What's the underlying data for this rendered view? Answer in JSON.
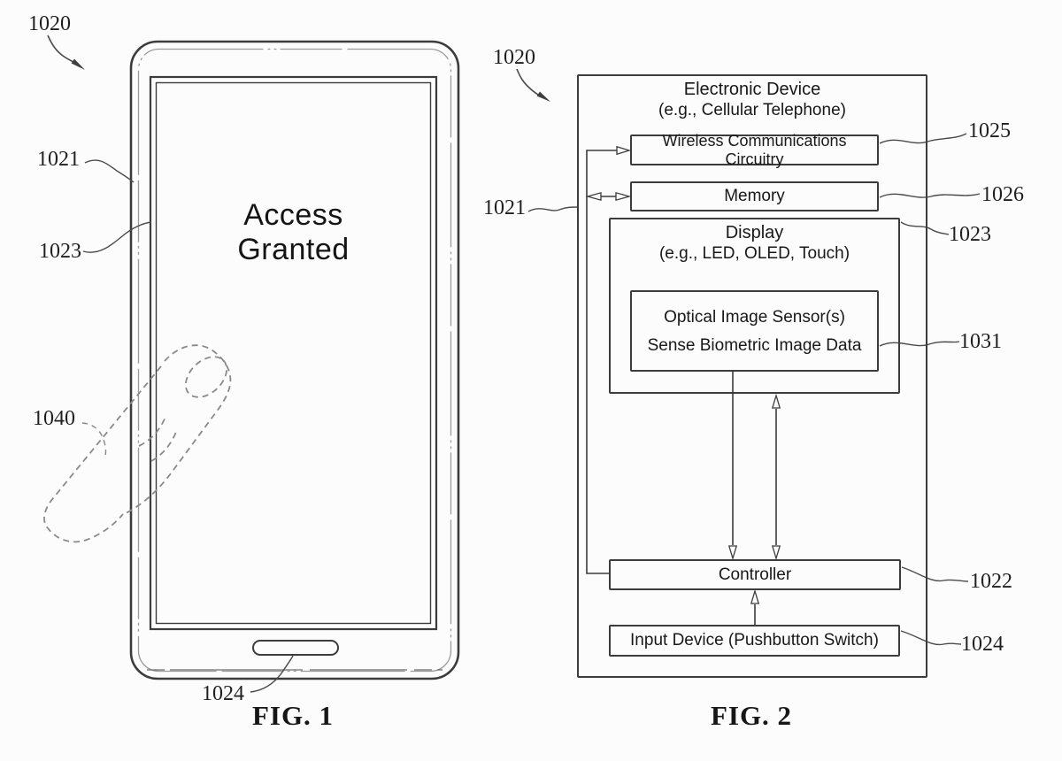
{
  "fig1": {
    "caption": "FIG. 1",
    "screen": {
      "line1": "Access",
      "line2": "Granted"
    },
    "labels": {
      "device": "1020",
      "housing": "1021",
      "display": "1023",
      "finger": "1040",
      "button": "1024"
    }
  },
  "fig2": {
    "caption": "FIG. 2",
    "device_title": {
      "line1": "Electronic Device",
      "line2": "(e.g., Cellular Telephone)"
    },
    "boxes": {
      "wireless": "Wireless Communications Circuitry",
      "memory": "Memory",
      "display_title": "Display",
      "display_subtitle": "(e.g., LED, OLED, Touch)",
      "optical_line1": "Optical Image Sensor(s)",
      "optical_line2": "Sense Biometric Image Data",
      "controller": "Controller",
      "input": "Input Device (Pushbutton Switch)"
    },
    "labels": {
      "device": "1020",
      "housing": "1021",
      "wireless": "1025",
      "memory": "1026",
      "display": "1023",
      "optical": "1031",
      "controller": "1022",
      "input": "1024"
    }
  },
  "colors": {
    "line": "#3c3c3c",
    "sketch": "#8a8a8a",
    "text": "#1a1a1a"
  }
}
